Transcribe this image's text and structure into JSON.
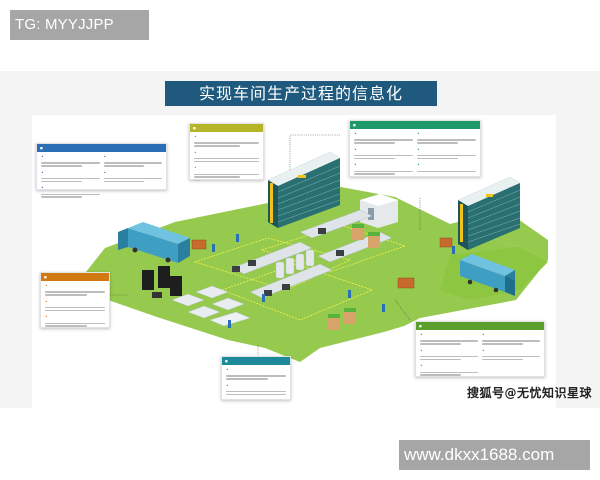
{
  "watermarks": {
    "top_left": "TG: MYYJJPP",
    "bottom_right": "www.dkxx1688.com",
    "source_mark": "搜狐号@无忧知识星球"
  },
  "diagram": {
    "title": "实现车间生产过程的信息化",
    "colors": {
      "title_banner": "#1f5a7e",
      "floor_green": "#8cc63f",
      "panel_blue": "#2a6fb5",
      "panel_olive": "#b5b52a",
      "panel_green": "#1e9a6a",
      "panel_orange": "#d27a12",
      "panel_teal": "#1d8a9a",
      "panel_lime": "#5aa02a"
    },
    "panels": [
      {
        "id": "top-left",
        "color": "blue",
        "items": 5,
        "note": "header and item text too small to read"
      },
      {
        "id": "top-middle",
        "color": "olive",
        "items": 3,
        "note": "header and item text too small to read"
      },
      {
        "id": "top-right",
        "color": "green",
        "items": 6,
        "note": "header and item text too small to read"
      },
      {
        "id": "middle-left",
        "color": "orange",
        "items": 3,
        "note": "header and item text too small to read"
      },
      {
        "id": "bottom-middle",
        "color": "teal",
        "items": 2,
        "note": "header and item text too small to read"
      },
      {
        "id": "bottom-right",
        "color": "lime",
        "items": 5,
        "note": "header and item text too small to read"
      }
    ],
    "scene_elements": [
      "delivery-truck-left",
      "delivery-truck-right",
      "automated-warehouse-racks-center",
      "automated-warehouse-racks-right",
      "server-racks",
      "office-workstations",
      "monitoring-desk",
      "smt-production-lines",
      "material-cartons",
      "storage-shelves",
      "clean-room",
      "workers"
    ]
  }
}
